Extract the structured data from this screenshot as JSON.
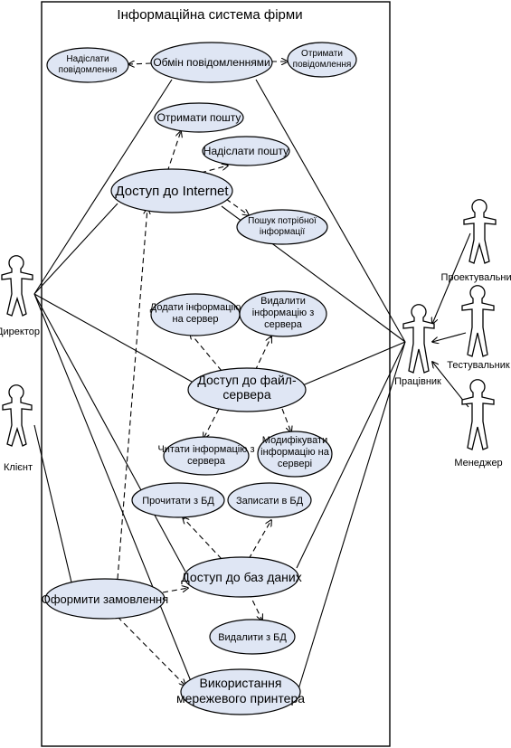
{
  "system": {
    "title": "Інформаційна система фірми"
  },
  "actors": {
    "director": "Директор",
    "client": "Клієнт",
    "worker": "Працівник",
    "designer": "Проектувальник",
    "tester": "Тестувальник",
    "manager": "Менеджер"
  },
  "use_cases": {
    "send_message": [
      "Надіслати",
      "повідомлення"
    ],
    "message_exchange": [
      "Обмін повідомленнями"
    ],
    "receive_message": [
      "Отримати",
      "повідомлення"
    ],
    "receive_mail": [
      "Отримати пошту"
    ],
    "send_mail": [
      "Надіслати пошту"
    ],
    "internet_access": [
      "Доступ до Internet"
    ],
    "search_info": [
      "Пошук потрібної",
      "інформації"
    ],
    "add_info": [
      "Додати інформацію",
      "на сервер"
    ],
    "delete_info": [
      "Видалити",
      "інформацію з",
      "сервера"
    ],
    "file_server_access": [
      "Доступ до файл-",
      "сервера"
    ],
    "read_info": [
      "Читати інформацію з",
      "сервера"
    ],
    "modify_info": [
      "Модифікувати",
      "інформацію на",
      "сервері"
    ],
    "read_db": [
      "Прочитати з БД"
    ],
    "write_db": [
      "Записати в БД"
    ],
    "db_access": [
      "Доступ до баз даних"
    ],
    "place_order": [
      "Оформити замовлення"
    ],
    "delete_db": [
      "Видалити з БД"
    ],
    "network_printer": [
      "Використання",
      "мережевого принтера"
    ]
  }
}
